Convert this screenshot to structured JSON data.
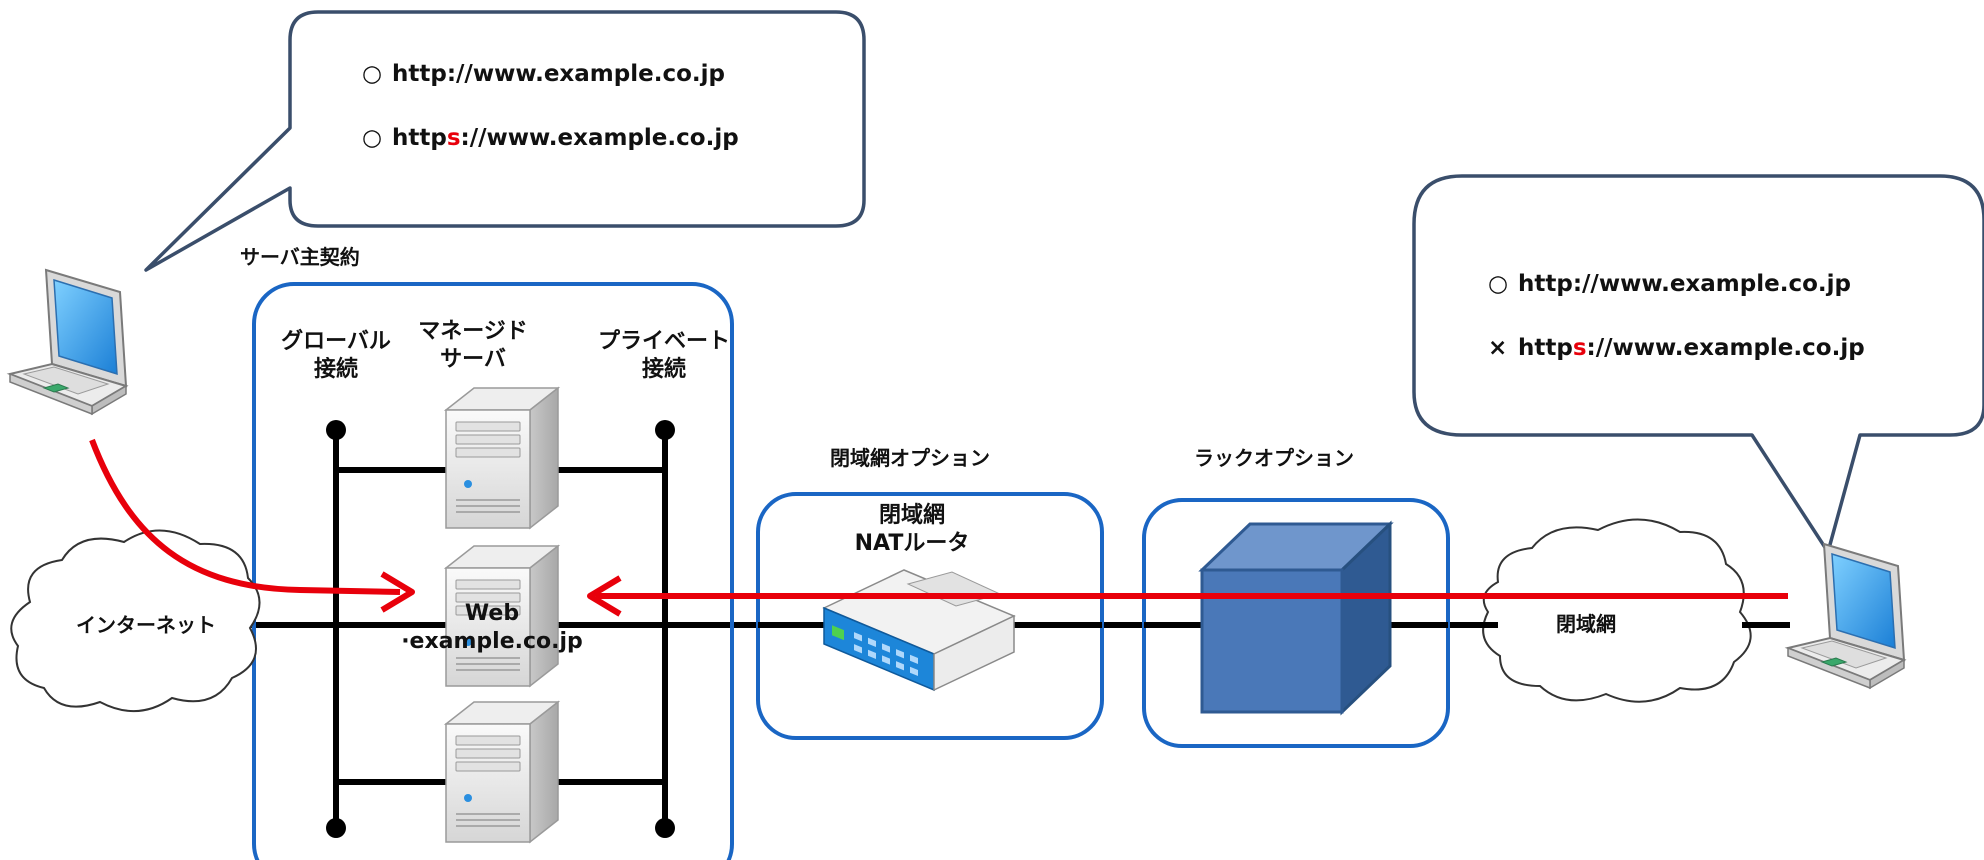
{
  "contract_label": "サーバ主契約",
  "global_label": [
    "グローバル",
    "接続"
  ],
  "managed_label": [
    "マネージド",
    "サーバ"
  ],
  "private_label": [
    "プライベート",
    "接続"
  ],
  "internet_label": "インターネット",
  "web_label": [
    "Web",
    "·example.co.jp"
  ],
  "closed_option_label": "閉域網オプション",
  "router_label": [
    "閉域網",
    "NATルータ"
  ],
  "rack_option_label": "ラックオプション",
  "closed_network_label": "閉域網",
  "left_bubble": {
    "line1": {
      "mark": "○",
      "prefix": "http",
      "accent": "",
      "suffix": "://www.example.co.jp"
    },
    "line2": {
      "mark": "○",
      "prefix": "http",
      "accent": "s",
      "suffix": "://www.example.co.jp"
    }
  },
  "right_bubble": {
    "line1": {
      "mark": "○",
      "prefix": "http",
      "accent": "",
      "suffix": "://www.example.co.jp"
    },
    "line2": {
      "mark": "×",
      "prefix": "http",
      "accent": "s",
      "suffix": "://www.example.co.jp"
    }
  },
  "colors": {
    "box_border": "#1a66c4",
    "bubble_border": "#3a4e6b",
    "arrow": "#e8000b",
    "rack_front": "#4a78b8",
    "rack_top": "#6f96cc",
    "rack_side": "#2f5a92"
  }
}
